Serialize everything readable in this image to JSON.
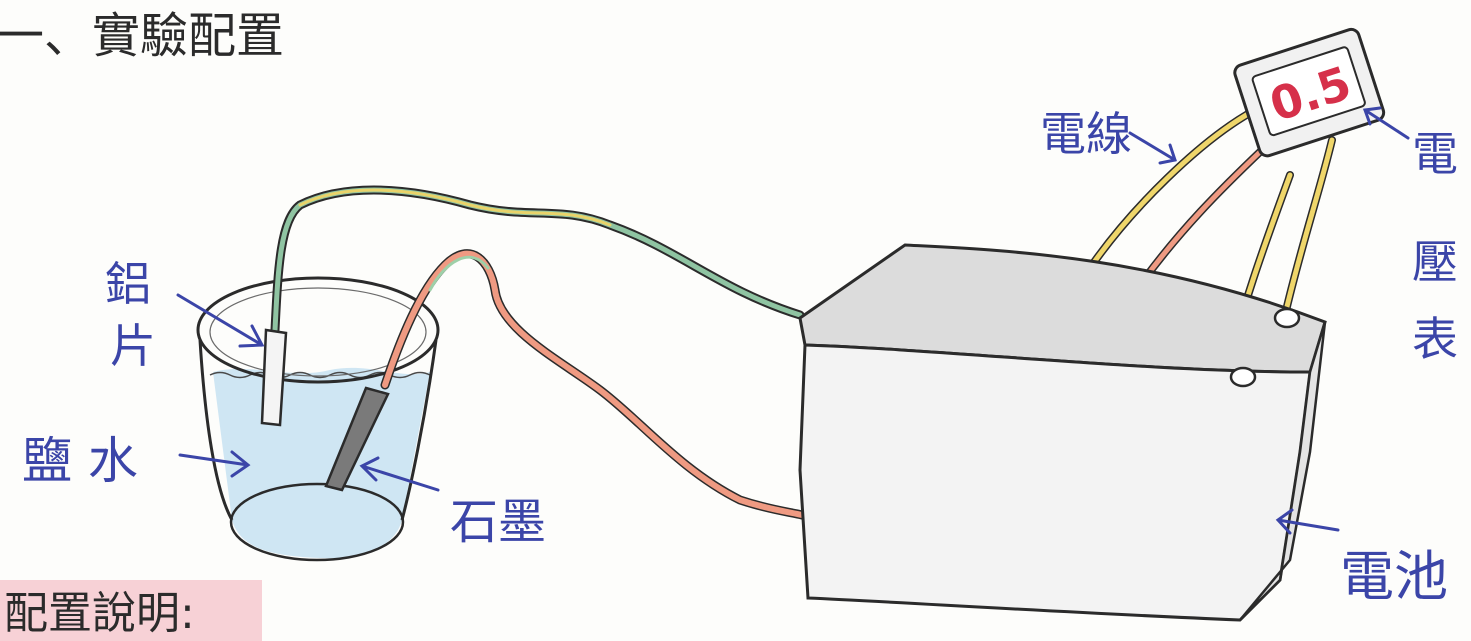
{
  "title": "一、實驗配置",
  "labels": {
    "aluminum_chars": [
      "鋁",
      "片"
    ],
    "salt_water": "鹽 水",
    "graphite": "石墨",
    "wire": "電線",
    "voltmeter_chars": [
      "電",
      "壓",
      "表"
    ],
    "battery": "電池",
    "config_note": "配置說明:"
  },
  "voltmeter": {
    "reading": "0.5"
  },
  "colors": {
    "ink_blue": "#3b45a8",
    "pencil_black": "#2b2b2b",
    "water_blue": "#cfe6f3",
    "wire_green": "#6fae8c",
    "wire_yellow": "#e9d36a",
    "wire_red": "#e88a73",
    "display_red": "#d6304a",
    "highlight_pink": "#f6c9cf",
    "battery_gray": "#e2e2e2"
  }
}
